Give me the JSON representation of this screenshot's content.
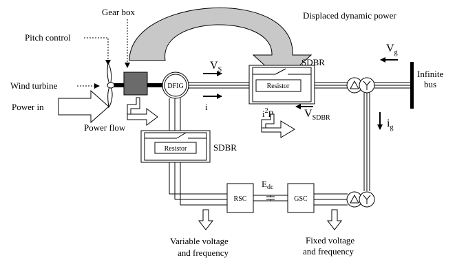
{
  "labels": {
    "gear_box": "Gear box",
    "displaced_power": "Displaced dynamic power",
    "pitch_control": "Pitch control",
    "wind_turbine": "Wind turbine",
    "power_in": "Power in",
    "power_flow": "Power flow",
    "dfig": "DFIG",
    "vs_main": "V",
    "vs_sub": "S",
    "i_current": "i",
    "sdbr_top": "SDBR",
    "resistor_top": "Resistor",
    "i2r_i": "i",
    "i2r_exp": "2",
    "i2r_r": "R",
    "vsdbr_main": "V",
    "vsdbr_sub": "SDBR",
    "vg_main": "V",
    "vg_sub": "g",
    "infinite": "Infinite",
    "bus": "bus",
    "ig_main": "i",
    "ig_sub": "g",
    "sdbr_bottom": "SDBR",
    "resistor_bottom": "Resistor",
    "edc_main": "E",
    "edc_sub": "dc",
    "rsc": "RSC",
    "gsc": "GSC",
    "variable_line1": "Variable voltage",
    "variable_line2": "and frequency",
    "fixed_line1": "Fixed voltage",
    "fixed_line2": "and frequency"
  },
  "colors": {
    "gearbox": "#6b6b6b",
    "displaced_arrow": "#c8c8c8",
    "line": "#000000"
  }
}
